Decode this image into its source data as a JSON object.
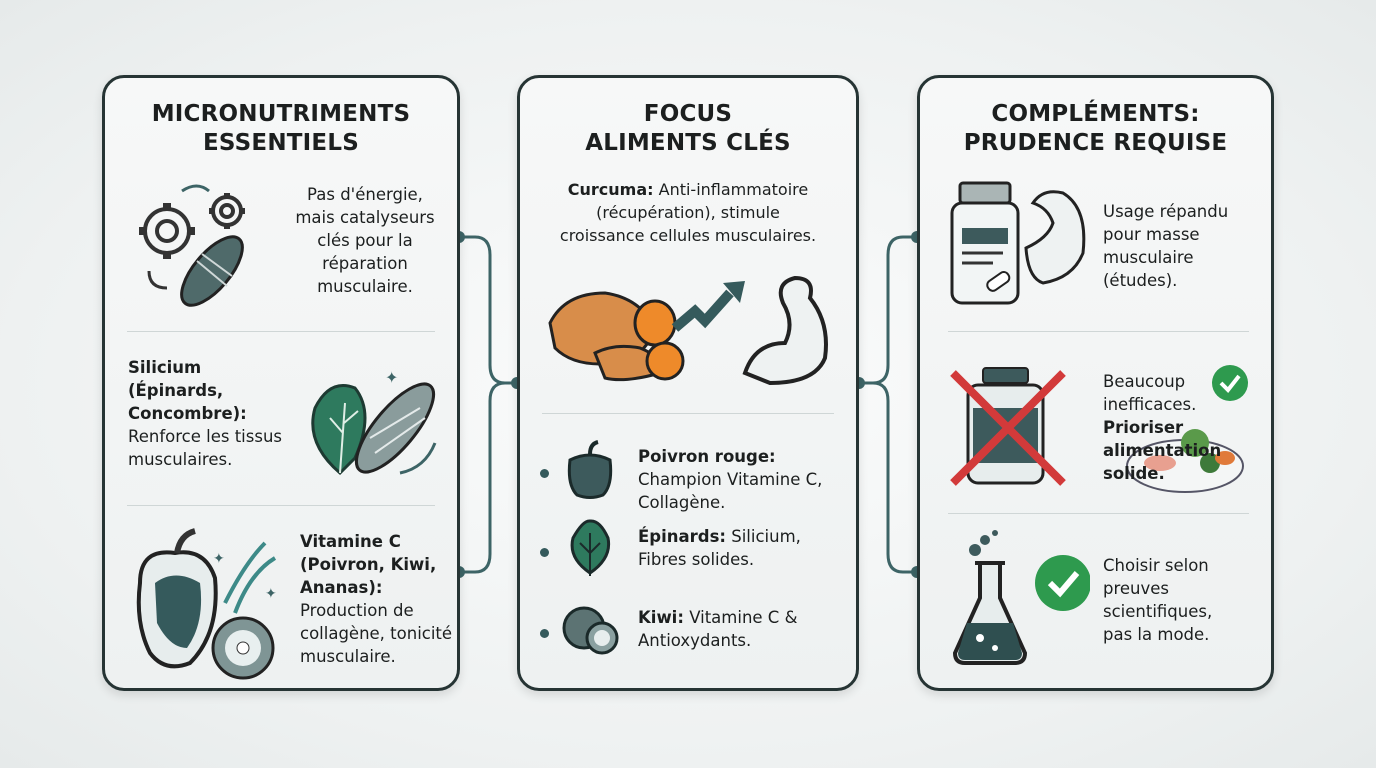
{
  "panels": [
    {
      "title_line1": "MICRONUTRIMENTS",
      "title_line2": "ESSENTIELS",
      "sections": [
        {
          "text": [
            "Pas d'énergie,",
            "mais catalyseurs",
            "clés pour la",
            "réparation",
            "musculaire."
          ],
          "icon": "gears-muscle-icon"
        },
        {
          "bold": [
            "Silicium",
            "(Épinards,",
            "Concombre):"
          ],
          "text": [
            "Renforce les tissus",
            "musculaires."
          ],
          "icon": "spinach-muscle-icon"
        },
        {
          "bold": [
            "Vitamine C",
            "(Poivron, Kiwi,",
            "Ananas):"
          ],
          "text": [
            "Production de",
            "collagène, tonicité",
            "musculaire."
          ],
          "icon": "pepper-dna-kiwi-icon"
        }
      ]
    },
    {
      "title_line1": "FOCUS",
      "title_line2": "ALIMENTS CLÉS",
      "intro_bold": "Curcuma:",
      "intro_text": [
        " Anti-inflammatoire",
        "(récupération), stimule",
        "croissance cellules musculaires."
      ],
      "items": [
        {
          "bold": "Poivron rouge:",
          "text": [
            "Champion Vitamine C,",
            "Collagène."
          ],
          "icon": "bell-pepper-icon"
        },
        {
          "bold": "Épinards:",
          "text": [
            " Silicium,",
            "Fibres solides."
          ],
          "icon": "spinach-leaf-icon"
        },
        {
          "bold": "Kiwi:",
          "text": [
            " Vitamine C &",
            "Antioxydants."
          ],
          "icon": "kiwi-icon"
        }
      ]
    },
    {
      "title_line1": "COMPLÉMENTS:",
      "title_line2": "PRUDENCE REQUISE",
      "sections": [
        {
          "text": [
            "Usage répandu",
            "pour masse",
            "musculaire",
            "(études)."
          ],
          "icon": "supplement-bottle-muscle-icon"
        },
        {
          "text": [
            "Beaucoup",
            "inefficaces."
          ],
          "bold": [
            "Prioriser",
            "alimentation",
            "solide."
          ],
          "icon": "crossed-bottle-icon"
        },
        {
          "text": [
            "Choisir selon",
            "preuves",
            "scientifiques,",
            "pas la mode."
          ],
          "icon": "flask-check-icon"
        }
      ]
    }
  ],
  "colors": {
    "accent": "#355a5c",
    "border": "#263434",
    "check": "#2e9a4e",
    "cross": "#d23a3a",
    "turmeric": "#ee8a2a"
  }
}
